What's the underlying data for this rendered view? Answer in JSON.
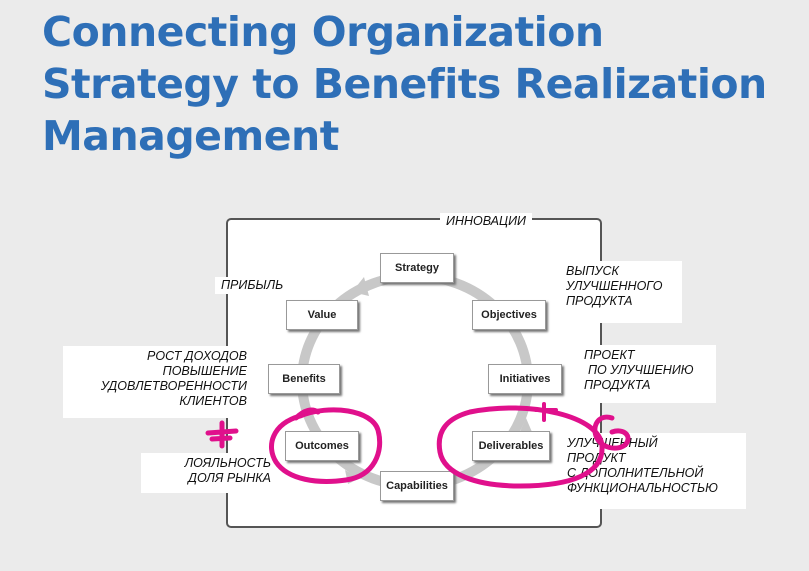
{
  "title_lines": [
    "Connecting Organization",
    "Strategy to Benefits Realization",
    "Management"
  ],
  "nodes": {
    "strategy": "Strategy",
    "objectives": "Objectives",
    "initiatives": "Initiatives",
    "deliverables": "Deliverables",
    "capabilities": "Capabilities",
    "outcomes": "Outcomes",
    "benefits": "Benefits",
    "value": "Value"
  },
  "notes": {
    "innovation": [
      "ИННОВАЦИИ"
    ],
    "profit": [
      "ПРИБЫЛЬ"
    ],
    "release": [
      "ВЫПУСК",
      "УЛУЧШЕННОГО",
      "ПРОДУКТА"
    ],
    "project": [
      "ПРОЕКТ",
      "ПО УЛУЧШЕНИЮ",
      "ПРОДУКТА"
    ],
    "income": [
      "РОСТ ДОХОДОВ",
      "ПОВЫШЕНИЕ",
      "УДОВЛЕТВОРЕННОСТИ",
      "КЛИЕНТОВ"
    ],
    "loyalty": [
      "ЛОЯЛЬНОСТЬ",
      "ДОЛЯ РЫНКА"
    ],
    "improved": [
      "УЛУЧШЕННЫЙ",
      "ПРОДУКТ",
      "С ДОПОЛНИТЕЛЬНОЙ",
      "ФУНКЦИОНАЛЬНОСТЬЮ"
    ]
  },
  "colors": {
    "title": "#2e6fb7",
    "cycle_arrow": "#c8c8c8",
    "annotation": "#e0108c"
  }
}
